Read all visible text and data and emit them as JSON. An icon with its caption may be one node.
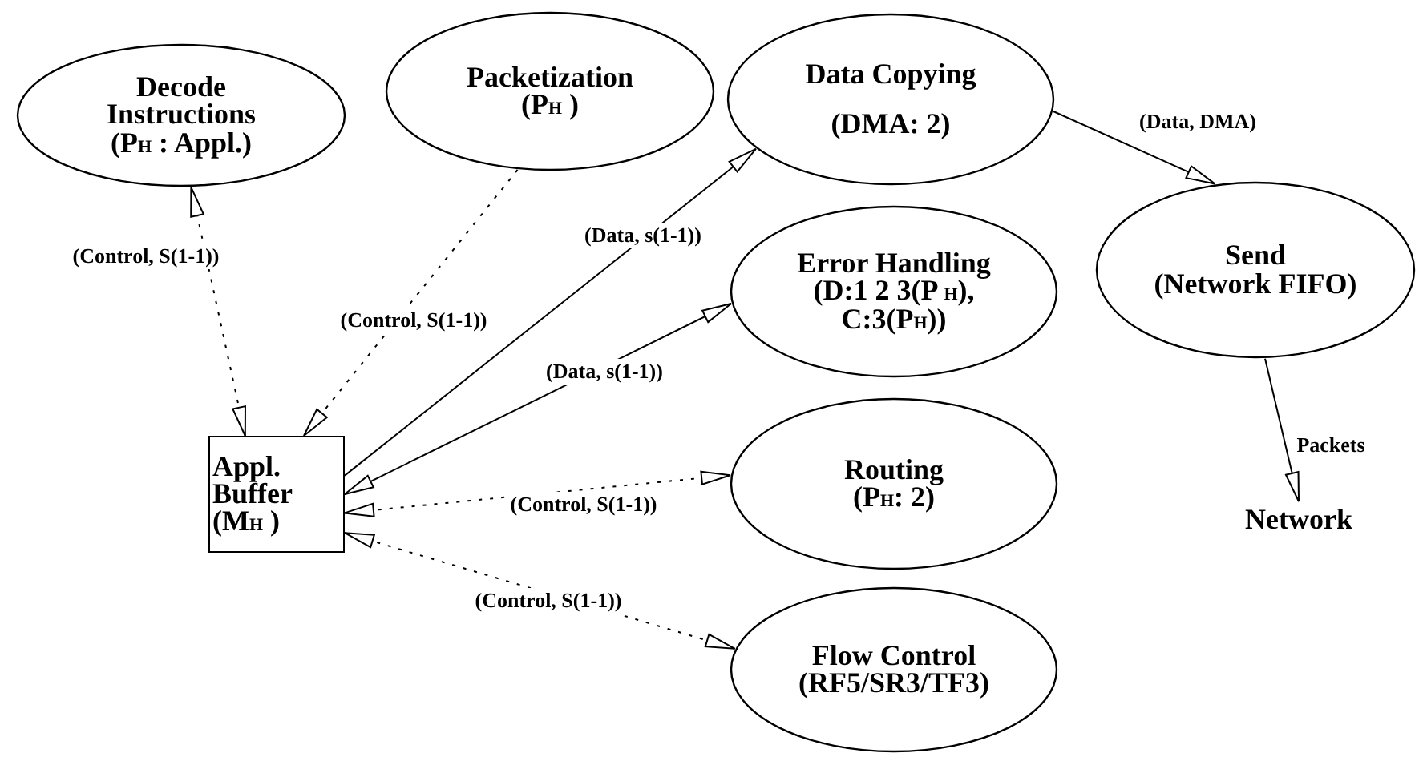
{
  "diagram": {
    "nodes": [
      {
        "text": [
          "Decode Instructions",
          "(P$_{H}$ : Appl.)"
        ]
      },
      {
        "text": [
          "Packetization",
          "(P$_{H}$ )"
        ]
      },
      {
        "text": [
          "Data Copying",
          "(DMA: 2)"
        ]
      },
      {
        "text": [
          "Error Handling",
          "(D:1 2 3(P $_{H}$), C:3(P$_{H}$))"
        ]
      },
      {
        "text": [
          "Send",
          "(Network FIFO)"
        ]
      },
      {
        "text": [
          "Appl. Buffer (M$_{H}$ )"
        ]
      },
      {
        "text": [
          "Routing",
          "(P$_{H}$: 2)"
        ]
      },
      {
        "text": [
          "Flow Control",
          "(RF5/SR3/TF3)"
        ]
      },
      {
        "text": [
          "Network"
        ]
      }
    ],
    "edges": [
      {
        "from": 5,
        "to": 0,
        "arrow": "both",
        "style": "dashed",
        "label": "(Control, S(1-1))"
      },
      {
        "from": 1,
        "to": 5,
        "arrow": "to",
        "style": "dashed",
        "label": "(Control, S(1-1))"
      },
      {
        "from": 5,
        "to": 2,
        "arrow": "to",
        "label": "(Data, s(1-1))"
      },
      {
        "from": 5,
        "to": 3,
        "arrow": "both",
        "label": "(Data, s(1-1))"
      },
      {
        "from": 5,
        "to": 6,
        "arrow": "both",
        "style": "dashed",
        "label": "(Control, S(1-1))"
      },
      {
        "from": 5,
        "to": 7,
        "arrow": "both",
        "style": "dashed",
        "label": "(Control, S(1-1))"
      },
      {
        "from": 2,
        "to": 4,
        "arrow": "to",
        "label": "(Data, DMA)"
      },
      {
        "from": 4,
        "to": 8,
        "arrow": "to",
        "label": "Packets"
      }
    ]
  }
}
